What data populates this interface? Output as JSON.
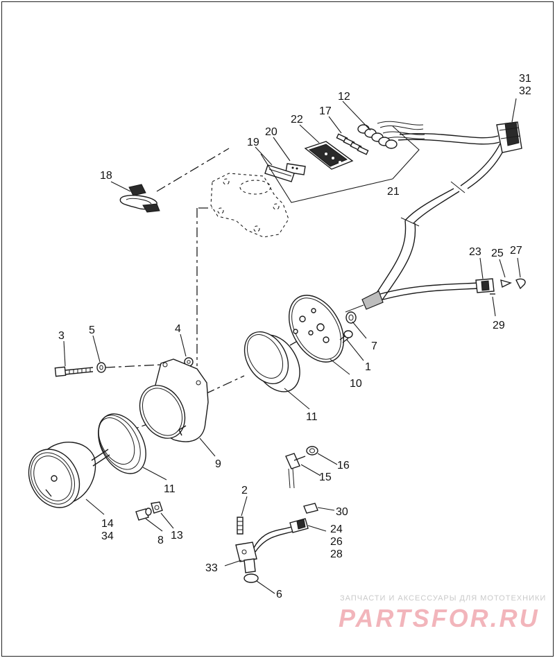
{
  "callouts": {
    "c1": "1",
    "c2": "2",
    "c3": "3",
    "c4": "4",
    "c5": "5",
    "c6": "6",
    "c7": "7",
    "c8": "8",
    "c9": "9",
    "c10": "10",
    "c11a": "11",
    "c11b": "11",
    "c12": "12",
    "c13": "13",
    "c14": "14",
    "c15": "15",
    "c16": "16",
    "c17": "17",
    "c18": "18",
    "c19": "19",
    "c20": "20",
    "c21": "21",
    "c22": "22",
    "c23": "23",
    "c24": "24",
    "c25": "25",
    "c26": "26",
    "c27": "27",
    "c28": "28",
    "c29": "29",
    "c30": "30",
    "c31": "31",
    "c32": "32",
    "c33": "33",
    "c34": "34"
  },
  "watermark": {
    "caption": "ЗАПЧАСТИ И АКСЕССУАРЫ ДЛЯ МОТОТЕХНИКИ",
    "brand": "PARTSFOR.RU"
  }
}
